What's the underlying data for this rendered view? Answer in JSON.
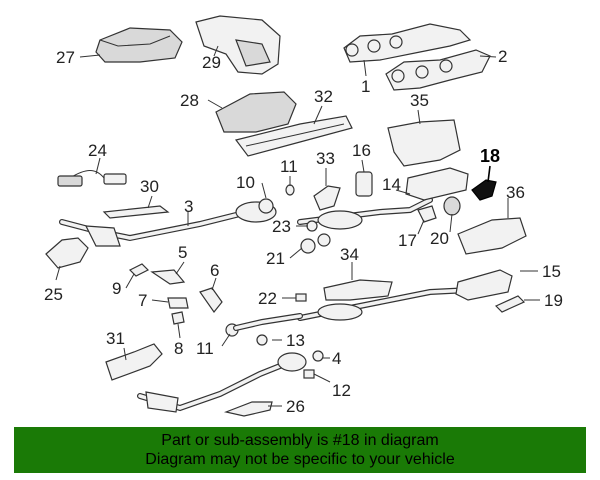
{
  "callouts": {
    "c1": "1",
    "c2": "2",
    "c3": "3",
    "c4": "4",
    "c5": "5",
    "c6": "6",
    "c7": "7",
    "c8": "8",
    "c9": "9",
    "c10": "10",
    "c11a": "11",
    "c11b": "11",
    "c12": "12",
    "c13": "13",
    "c14": "14",
    "c15": "15",
    "c16": "16",
    "c17": "17",
    "c18": "18",
    "c19": "19",
    "c20": "20",
    "c21": "21",
    "c22": "22",
    "c23": "23",
    "c24": "24",
    "c25": "25",
    "c26": "26",
    "c27": "27",
    "c28": "28",
    "c29": "29",
    "c30": "30",
    "c31": "31",
    "c32": "32",
    "c33": "33",
    "c34": "34",
    "c35": "35",
    "c36": "36"
  },
  "highlight_color": "#000000",
  "banner": {
    "line1": "Part or sub-assembly is #18 in diagram",
    "line2": "Diagram may not be specific to your vehicle",
    "color": "#1a7a06"
  }
}
